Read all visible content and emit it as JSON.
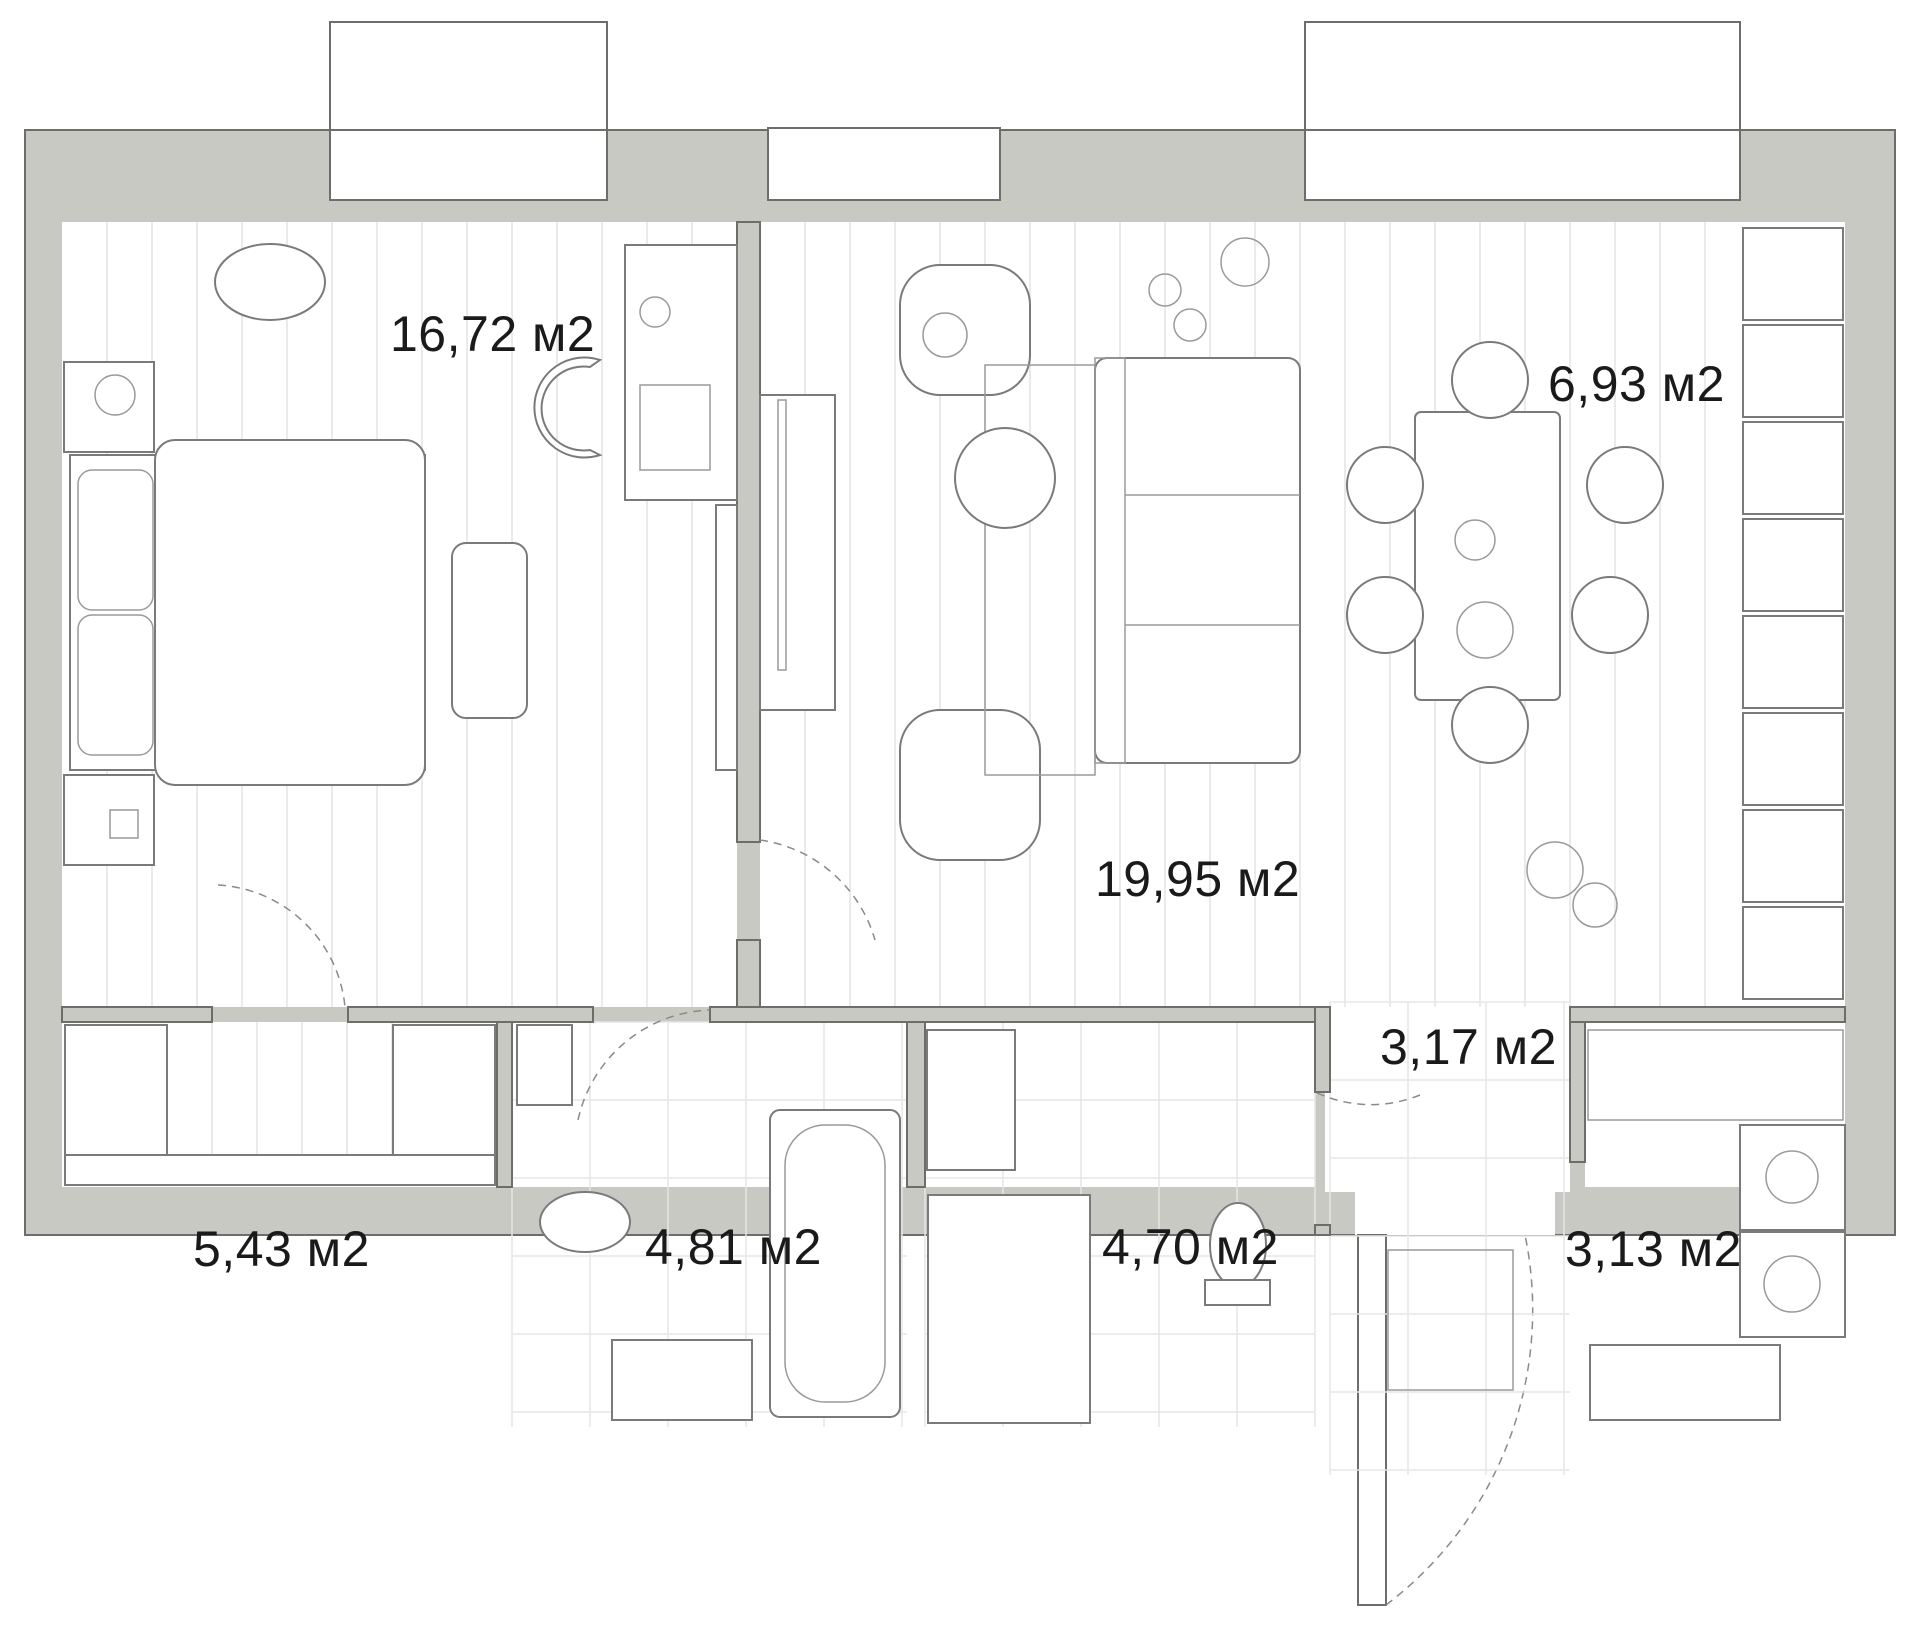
{
  "rooms": [
    {
      "id": "bedroom",
      "area": "16,72 м2"
    },
    {
      "id": "living-room",
      "area": "19,95 м2"
    },
    {
      "id": "kitchen",
      "area": "6,93 м2"
    },
    {
      "id": "wardrobe",
      "area": "5,43 м2"
    },
    {
      "id": "bathroom",
      "area": "4,81 м2"
    },
    {
      "id": "shower-room",
      "area": "4,70 м2"
    },
    {
      "id": "hallway",
      "area": "3,17 м2"
    },
    {
      "id": "laundry-closet",
      "area": "3,13 м2"
    }
  ],
  "colors": {
    "wall": "#c8c9c3",
    "wall_outline": "#6d6e6a",
    "floor": "#ffffff",
    "line": "#7a7a7a"
  }
}
